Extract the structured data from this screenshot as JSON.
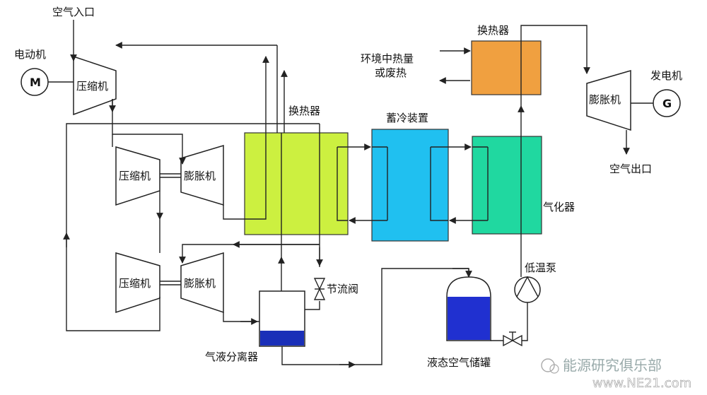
{
  "labels": {
    "air_inlet": "空气入口",
    "motor": "电动机",
    "motor_symbol": "M",
    "compressor_1": "压缩机",
    "compressor_2": "压缩机",
    "compressor_3": "压缩机",
    "expander_1": "膨胀机",
    "expander_2": "膨胀机",
    "expander_3": "膨胀机",
    "heat_exchanger_main": "换热器",
    "cold_storage": "蓄冷装置",
    "vaporizer": "气化器",
    "heat_exchanger_top": "换热器",
    "env_heat_line1": "环境中热量",
    "env_heat_line2": "或废热",
    "generator": "发电机",
    "generator_symbol": "G",
    "air_outlet": "空气出口",
    "throttle_valve": "节流阀",
    "low_temp_pump": "低温泵",
    "separator": "气液分离器",
    "tank": "液态空气储罐"
  },
  "watermark": {
    "text": "能源研究俱乐部",
    "site": "www.NE21.com"
  },
  "colors": {
    "heat_exchanger_main": "#ccf040",
    "cold_storage": "#20c0f0",
    "vaporizer": "#20d8a0",
    "heat_exchanger_top": "#f0a040",
    "liquid_blue": "#2030d0",
    "separator_liquid": "#1a2fb8"
  }
}
